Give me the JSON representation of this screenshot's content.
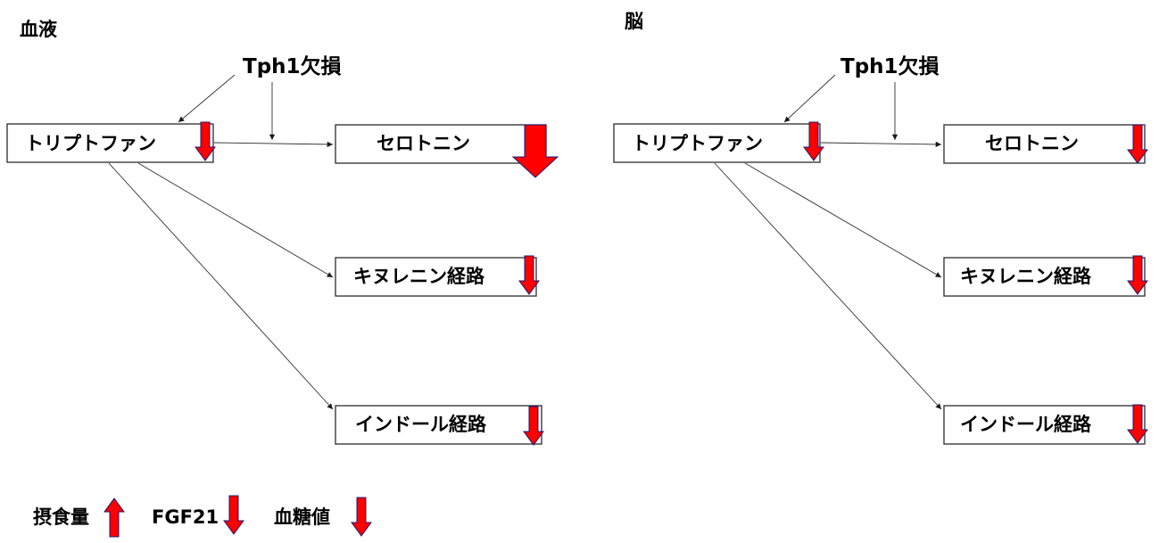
{
  "panels": {
    "blood": {
      "title": "血液",
      "mutation": "Tph1欠損",
      "nodes": {
        "tryptophan": "トリプトファン",
        "serotonin": "セロトニン",
        "kynurenine": "キヌレニン経路",
        "indole": "インドール経路"
      },
      "changes": {
        "tryptophan": "down",
        "serotonin": "down-large",
        "kynurenine": "down",
        "indole": "down"
      }
    },
    "brain": {
      "title": "脳",
      "mutation": "Tph1欠損",
      "nodes": {
        "tryptophan": "トリプトファン",
        "serotonin": "セロトニン",
        "kynurenine": "キヌレニン経路",
        "indole": "インドール経路"
      },
      "changes": {
        "tryptophan": "down",
        "serotonin": "down",
        "kynurenine": "down",
        "indole": "down"
      }
    }
  },
  "legend": [
    {
      "label": "摂食量",
      "change": "up"
    },
    {
      "label": "FGF21",
      "change": "down"
    },
    {
      "label": "血糖値",
      "change": "down"
    }
  ],
  "colors": {
    "arrow_fill": "#ff0000",
    "arrow_outline": "#1a1a7a",
    "box_border": "#2b2b2b"
  }
}
